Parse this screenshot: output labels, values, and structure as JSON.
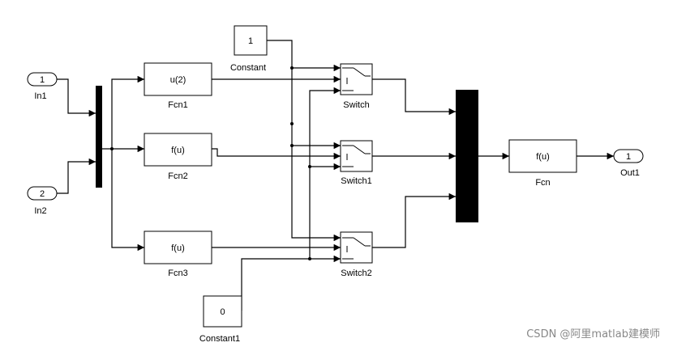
{
  "blocks": {
    "in1": {
      "port": "1",
      "label": "In1"
    },
    "in2": {
      "port": "2",
      "label": "In2"
    },
    "constant": {
      "value": "1",
      "label": "Constant"
    },
    "constant1": {
      "value": "0",
      "label": "Constant1"
    },
    "fcn1": {
      "expr": "u(2)",
      "label": "Fcn1"
    },
    "fcn2": {
      "expr": "f(u)",
      "label": "Fcn2"
    },
    "fcn3": {
      "expr": "f(u)",
      "label": "Fcn3"
    },
    "fcn": {
      "expr": "f(u)",
      "label": "Fcn"
    },
    "switch": {
      "label": "Switch"
    },
    "switch1": {
      "label": "Switch1"
    },
    "switch2": {
      "label": "Switch2"
    },
    "out1": {
      "port": "1",
      "label": "Out1"
    }
  },
  "watermark": "CSDN @阿里matlab建模师"
}
